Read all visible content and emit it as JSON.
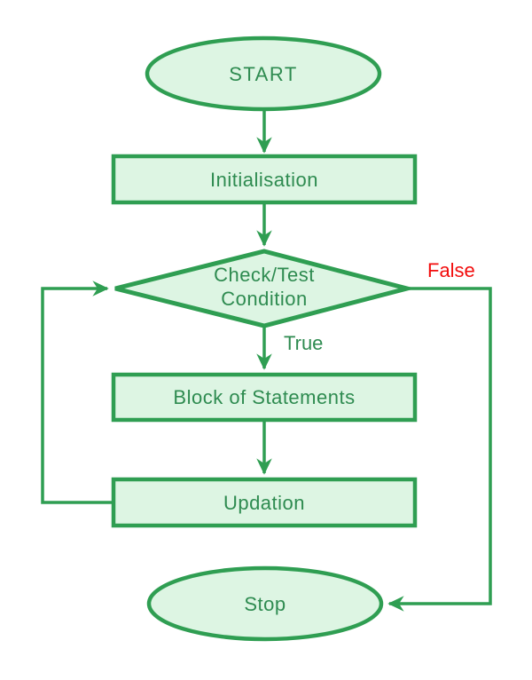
{
  "diagram": {
    "type": "flowchart",
    "nodes": {
      "start": {
        "label": "START",
        "shape": "ellipse"
      },
      "initialisation": {
        "label": "Initialisation",
        "shape": "rectangle"
      },
      "condition": {
        "label_line1": "Check/Test",
        "label_line2": "Condition",
        "shape": "diamond"
      },
      "block": {
        "label": "Block of Statements",
        "shape": "rectangle"
      },
      "updation": {
        "label": "Updation",
        "shape": "rectangle"
      },
      "stop": {
        "label": "Stop",
        "shape": "ellipse"
      }
    },
    "edge_labels": {
      "true_branch": "True",
      "false_branch": "False"
    },
    "edges": [
      "start -> initialisation",
      "initialisation -> condition",
      "condition -> block (True)",
      "block -> updation",
      "updation -> condition (loop back)",
      "condition -> stop (False)"
    ],
    "colors": {
      "stroke": "#2f9e52",
      "fill": "#ddf5e3",
      "text": "#2e8b50",
      "false_label": "#f20d0d",
      "background": "#ffffff"
    }
  }
}
